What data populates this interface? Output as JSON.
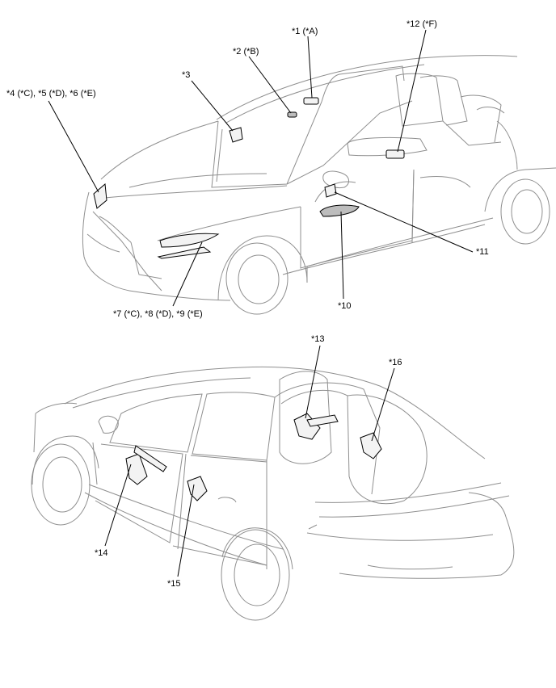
{
  "callouts": {
    "c1": "*1 (*A)",
    "c2": "*2 (*B)",
    "c3": "*3",
    "c4": "*4 (*C), *5 (*D), *6 (*E)",
    "c7": "*7 (*C), *8 (*D), *9 (*E)",
    "c10": "*10",
    "c11": "*11",
    "c12": "*12 (*F)",
    "c13": "*13",
    "c14": "*14",
    "c15": "*15",
    "c16": "*16"
  }
}
